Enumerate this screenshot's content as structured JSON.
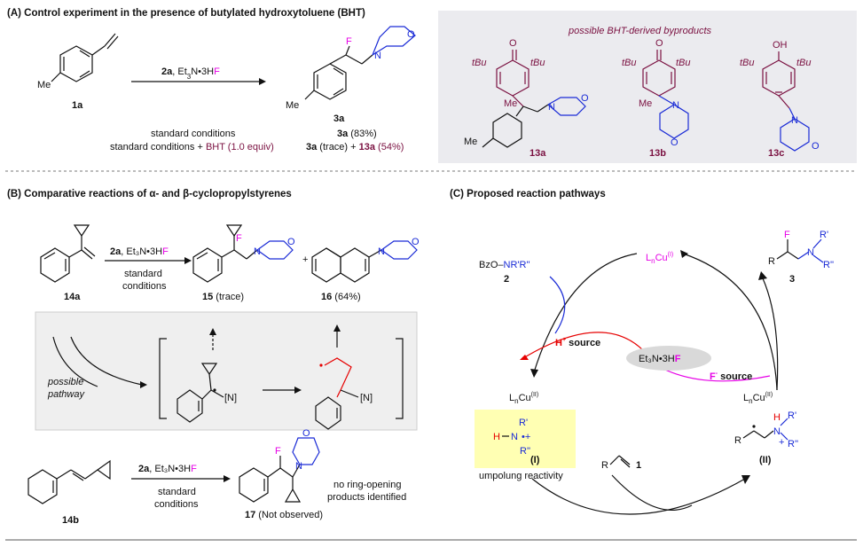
{
  "panelA": {
    "title": "(A) Control experiment in the presence of butylated hydroxytoluene (BHT)",
    "reagent_bold": "2a",
    "reagent_rest": ", Et",
    "sub3": "3",
    "n": "N•3H",
    "f": "F",
    "start_label": "1a",
    "me": "Me",
    "product_label": "3a",
    "cond1": "standard conditions",
    "cond2_a": "standard conditions + ",
    "cond2_b": "BHT (1.0 equiv)",
    "res1_b": "3a",
    "res1_r": " (83%)",
    "res2_a": "3a",
    "res2_b": " (trace) + ",
    "res2_c": "13a",
    "res2_d": " (54%)",
    "box_title": "possible BHT-derived byproducts",
    "tbu": "tBu",
    "o": "O",
    "oh": "OH",
    "n_atom": "N",
    "l13a": "13a",
    "l13b": "13b",
    "l13c": "13c"
  },
  "panelB": {
    "title": "(B) Comparative reactions of α- and β-cyclopropylstyrenes",
    "r1_a": "2a",
    "r1_b": ", Et₃N•3H",
    "r1_f": "F",
    "std1": "standard",
    "std2": "conditions",
    "l14a": "14a",
    "l15": "15",
    "l15b": " (trace)",
    "plus": "+",
    "l16": "16",
    "l16b": " (64%)",
    "pw1": "possible",
    "pw2": "pathway",
    "nbr": "[N]",
    "l14b": "14b",
    "l17": "17",
    "l17b": " (Not observed)",
    "note1": "no ring-opening",
    "note2": "products identified"
  },
  "panelC": {
    "title": "(C) Proposed  reaction pathways",
    "cu1": "LnCu(I)",
    "cu2a": "LnCu(II)",
    "cu2b": "LnCu(II)",
    "bzo": "BzO–",
    "nrr": "NR'R''",
    "l2": "2",
    "l3": "3",
    "l1": "1",
    "hsrc": " source",
    "hplus": "H",
    "fsrc": " source",
    "fmin": "F",
    "et3n": "Et₃N•3H",
    "et3n_f": "F",
    "I": "(I)",
    "II": "(II)",
    "umpolung": "umpolung reactivity",
    "R": "R",
    "Rp": "R'",
    "Rpp": "R''",
    "H": "H",
    "Nd": "N"
  }
}
